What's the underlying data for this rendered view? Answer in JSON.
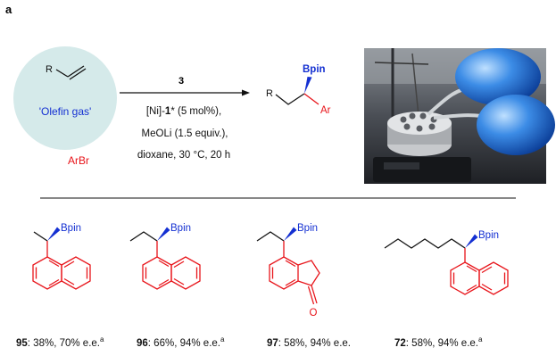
{
  "panel_label": "a",
  "reaction": {
    "substrate_r": "R",
    "substrate_name": "'Olefin gas'",
    "arbr": "ArBr",
    "reagent_above": "3",
    "conditions": [
      {
        "prefix": "[Ni]-",
        "bold": "1",
        "suffix": "* (5 mol%),"
      },
      {
        "prefix": "MeOLi (1.5  equiv.),",
        "bold": "",
        "suffix": ""
      },
      {
        "prefix": "dioxane, 30 °C, 20 h",
        "bold": "",
        "suffix": ""
      }
    ],
    "product": {
      "bpin": "Bpin",
      "r": "R",
      "ar": "Ar"
    }
  },
  "photo": {
    "description_icon": "reaction-setup-photo"
  },
  "compounds": [
    {
      "id": "95",
      "bpin": "Bpin",
      "yield": ": 38%, 70% e.e.",
      "sup": "a"
    },
    {
      "id": "96",
      "bpin": "Bpin",
      "yield": ": 66%, 94% e.e.",
      "sup": "a"
    },
    {
      "id": "97",
      "bpin": "Bpin",
      "yield": ": 58%, 94% e.e.",
      "sup": "",
      "o": "O"
    },
    {
      "id": "72",
      "bpin": "Bpin",
      "yield": ": 58%, 94% e.e.",
      "sup": "a"
    }
  ],
  "colors": {
    "red": "#e8141a",
    "blue": "#1430d2",
    "circle": "#d5eaea"
  }
}
